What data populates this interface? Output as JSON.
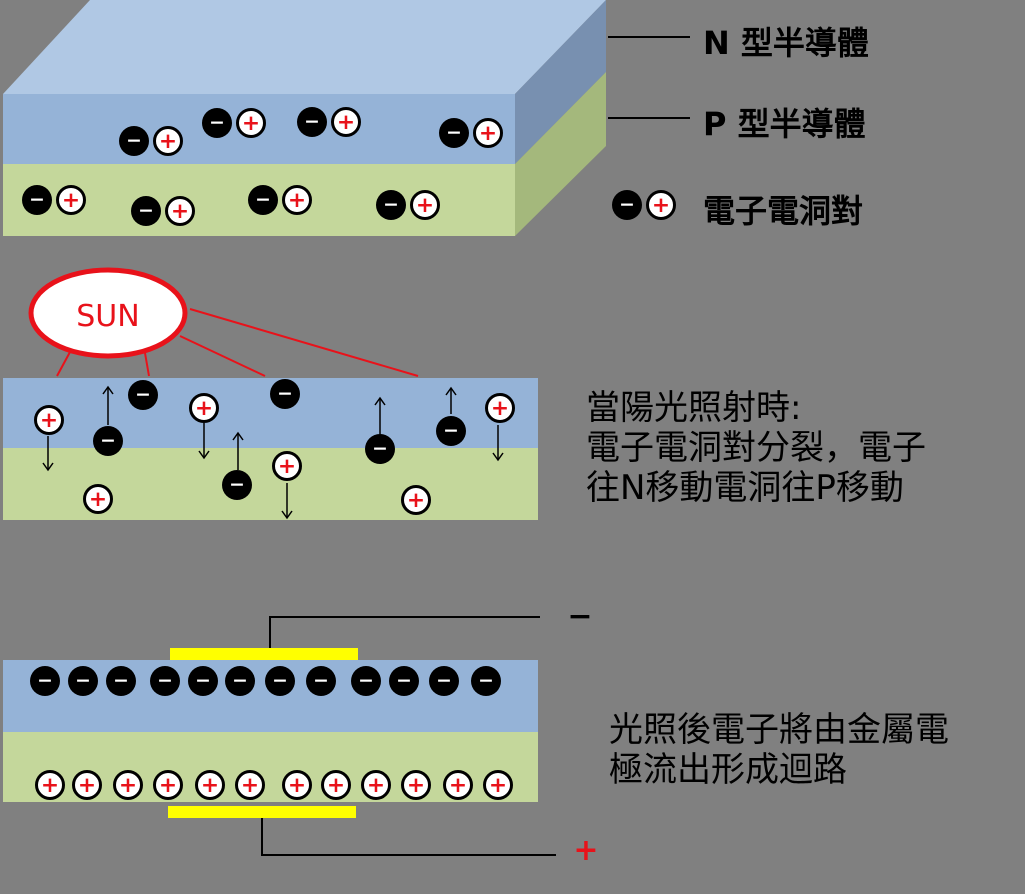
{
  "legend": {
    "n_type": "N 型半導體",
    "p_type": "P 型半導體",
    "pair": "電子電洞對"
  },
  "sun": {
    "label": "SUN"
  },
  "step2_text": "當陽光照射時:\n電子電洞對分裂，電子\n往N移動電洞往P移動",
  "step3_text": "光照後電子將由金屬電\n極流出形成迴路",
  "terminals": {
    "negative": "−",
    "positive": "+"
  },
  "symbols": {
    "electron": "−",
    "hole": "+"
  },
  "colors": {
    "background": "#808080",
    "n_layer": "#95B3D7",
    "n_layer_top": "#B0C8E4",
    "n_layer_side": "#7890B0",
    "p_layer": "#C4D79B",
    "p_layer_side": "#A4B87C",
    "electron": "#000000",
    "hole_sign": "#E8121A",
    "sun_outline": "#E8121A",
    "electrode": "#FFFF00"
  }
}
